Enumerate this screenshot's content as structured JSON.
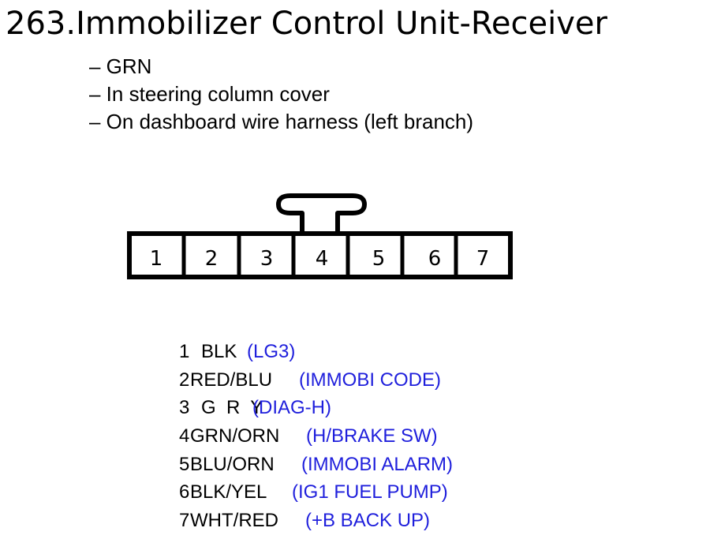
{
  "title": "263.Immobilizer Control Unit-Receiver",
  "info": [
    "– GRN",
    "– In steering column cover",
    "– On dashboard wire harness (left branch)"
  ],
  "connector": {
    "pins": [
      "1",
      "2",
      "3",
      "4",
      "5",
      "6",
      "7"
    ]
  },
  "pinouts": [
    {
      "num": "1",
      "wire": "BLK",
      "func": "(LG3)"
    },
    {
      "num": "2",
      "wire": "RED/BLU",
      "func": "(IMMOBI CODE)"
    },
    {
      "num": "3",
      "wire": "G  R  Y",
      "func": "(DIAG-H)"
    },
    {
      "num": "4",
      "wire": "GRN/ORN",
      "func": "(H/BRAKE SW)"
    },
    {
      "num": "5",
      "wire": "BLU/ORN",
      "func": "(IMMOBI ALARM)"
    },
    {
      "num": "6",
      "wire": "BLK/YEL",
      "func": "(IG1 FUEL PUMP)"
    },
    {
      "num": "7",
      "wire": "WHT/RED",
      "func": "(+B BACK UP)"
    }
  ],
  "colors": {
    "function_text": "#1f1fdc",
    "text": "#000000"
  }
}
